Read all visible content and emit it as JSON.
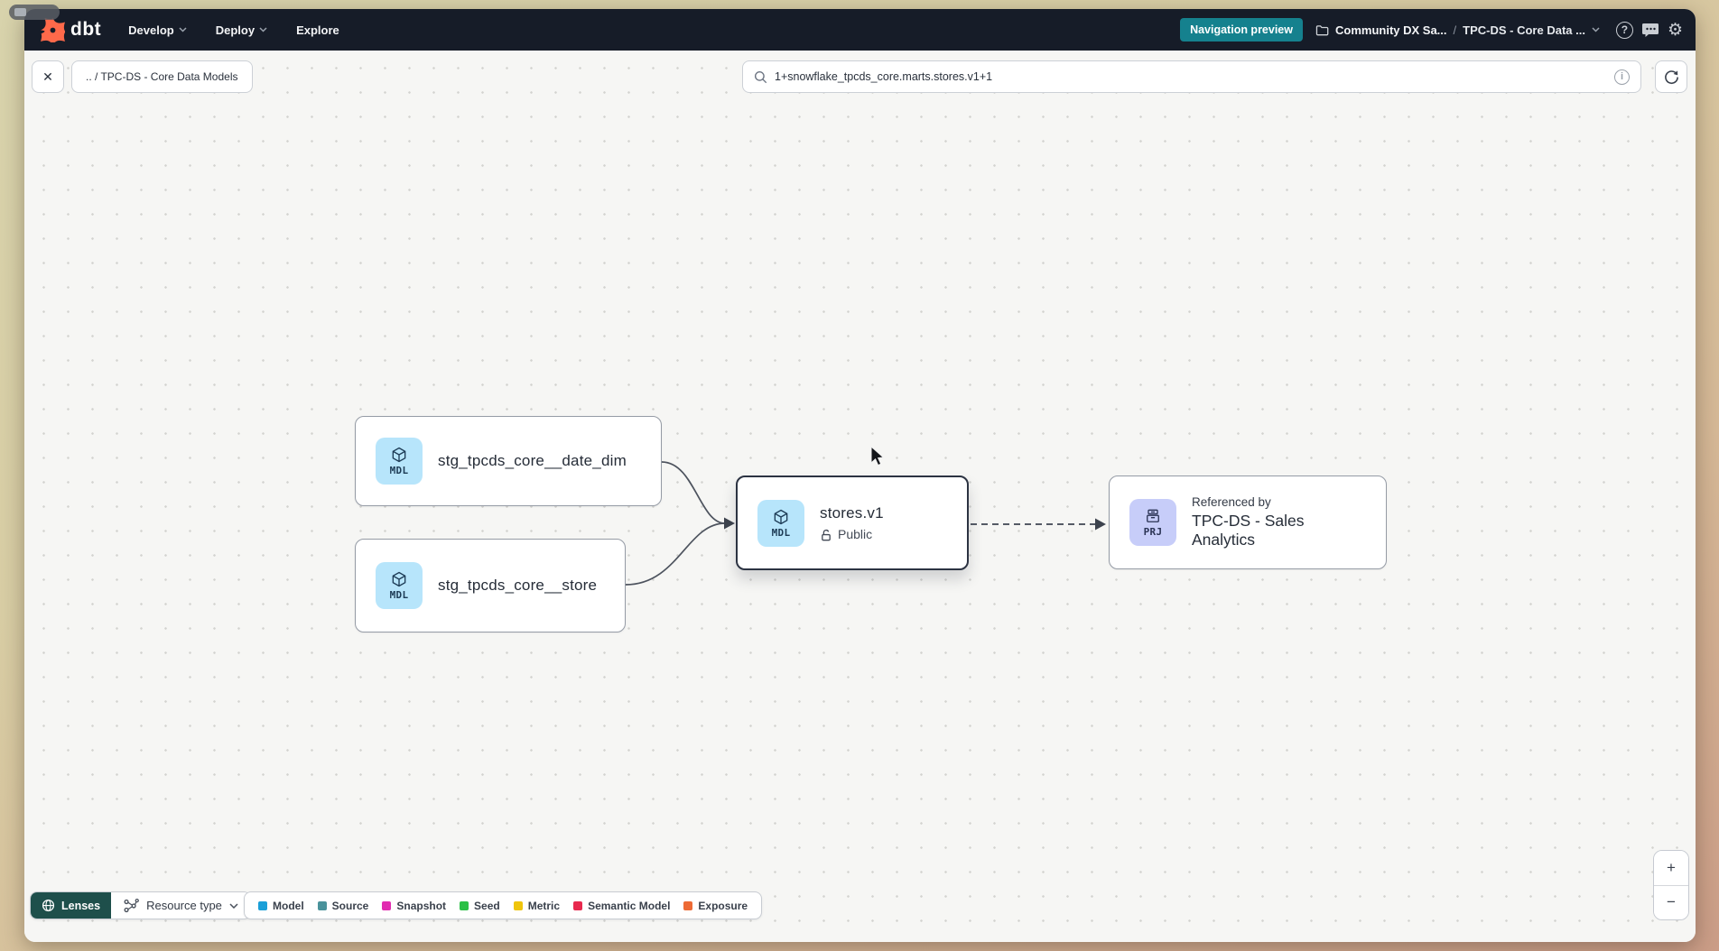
{
  "navbar": {
    "brand": "dbt",
    "menus": [
      {
        "label": "Develop"
      },
      {
        "label": "Deploy"
      },
      {
        "label": "Explore"
      }
    ],
    "preview_badge": "Navigation preview",
    "breadcrumb": {
      "project": "Community DX Sa...",
      "separator": "/",
      "current": "TPC-DS - Core Data ..."
    },
    "help_glyph": "?",
    "info_glyph": "i"
  },
  "toolbar": {
    "close_glyph": "✕",
    "path_chip": ".. / TPC-DS - Core Data Models",
    "search_value": "1+snowflake_tpcds_core.marts.stores.v1+1"
  },
  "graph": {
    "nodes": [
      {
        "badge": "MDL",
        "label": "stg_tpcds_core__date_dim"
      },
      {
        "badge": "MDL",
        "label": "stg_tpcds_core__store"
      },
      {
        "badge": "MDL",
        "label": "stores.v1",
        "access": "Public"
      },
      {
        "badge": "PRJ",
        "subtitle": "Referenced by",
        "label": "TPC-DS - Sales Analytics"
      }
    ]
  },
  "footer": {
    "lenses_label": "Lenses",
    "resource_type_label": "Resource type",
    "legend": [
      {
        "label": "Model",
        "color": "#1A9FD8"
      },
      {
        "label": "Source",
        "color": "#4A929B"
      },
      {
        "label": "Snapshot",
        "color": "#E12BB0"
      },
      {
        "label": "Seed",
        "color": "#2BC046"
      },
      {
        "label": "Metric",
        "color": "#EFC50C"
      },
      {
        "label": "Semantic Model",
        "color": "#E8294E"
      },
      {
        "label": "Exposure",
        "color": "#ED6A35"
      }
    ]
  },
  "zoom_controls": {
    "zoom_in": "+",
    "zoom_out": "−"
  },
  "colors": {
    "navbar_bg": "#161C28",
    "preview_badge_bg": "#15818E",
    "lenses_bg": "#1E4F4B",
    "brand_orange": "#FF694A",
    "mdl_badge_bg": "#B7E5FB",
    "prj_badge_bg": "#C7CDF9",
    "selected_node_border": "#2C3342"
  }
}
